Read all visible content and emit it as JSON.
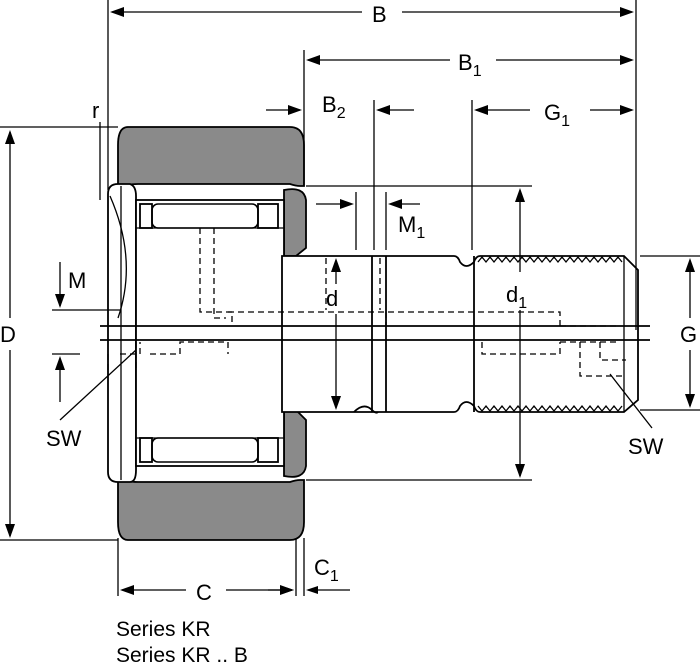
{
  "labels": {
    "B": "B",
    "B1": "B",
    "B1_sub": "1",
    "B2": "B",
    "B2_sub": "2",
    "G1": "G",
    "G1_sub": "1",
    "r": "r",
    "M": "M",
    "M1": "M",
    "M1_sub": "1",
    "D": "D",
    "d": "d",
    "d1": "d",
    "d1_sub": "1",
    "G": "G",
    "SW_left": "SW",
    "SW_right": "SW",
    "C": "C",
    "C1": "C",
    "C1_sub": "1"
  },
  "caption": {
    "line1": "Series KR",
    "line2": "Series KR .. B"
  },
  "colors": {
    "outer_ring": "#8a8a8a",
    "line": "#000000",
    "background": "#ffffff"
  }
}
